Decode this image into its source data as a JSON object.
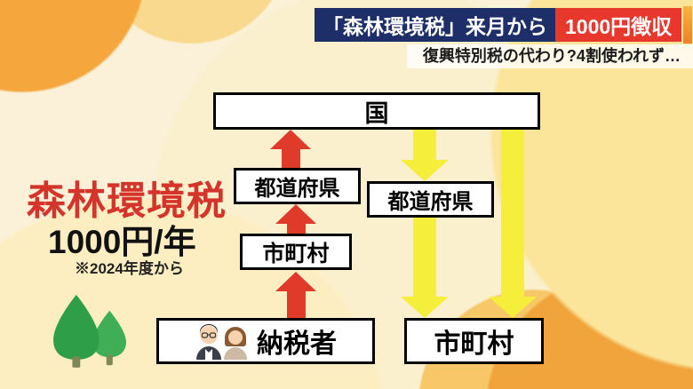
{
  "header": {
    "headline_left": "「森林環境税」来月から",
    "headline_right": "1000円徴収",
    "subtitle": "復興特別税の代わり?4割使われず…"
  },
  "left_panel": {
    "tax_name": "森林環境税",
    "amount": "1000円/年",
    "note": "※2024年度から"
  },
  "diagram": {
    "national_label": "国",
    "left_prefecture_label": "都道府県",
    "left_municipality_label": "市町村",
    "taxpayer_label": "納税者",
    "right_prefecture_label": "都道府県",
    "right_municipality_label": "市町村"
  },
  "icons": {
    "trees": "two-green-trees",
    "taxpayer": "man-and-woman-figures"
  },
  "colors": {
    "headline_navy": "#1d2e68",
    "headline_red": "#e8372c",
    "arrow_red": "#e03a2a",
    "arrow_yellow": "#f5ee3a",
    "tax_title_red": "#d5342b",
    "tree_green": "#2f9e49",
    "edge_orange": "#f08a2e"
  }
}
